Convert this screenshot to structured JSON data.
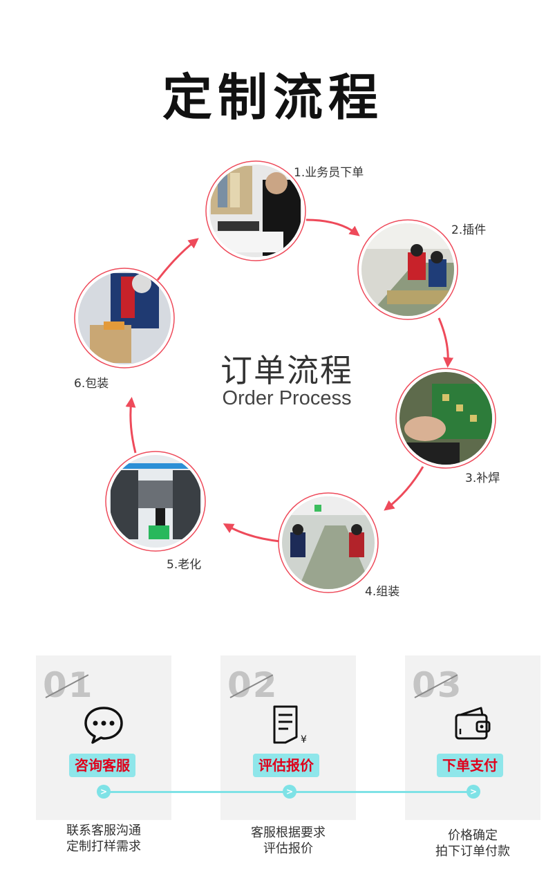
{
  "page": {
    "title": "定制流程",
    "center_title": "订单流程",
    "center_subtitle": "Order Process"
  },
  "colors": {
    "arrow": "#ee4a5a",
    "ring": "#ee4a5a",
    "badge_bg": "#8fe6ea",
    "badge_text": "#e0001b",
    "timeline": "#7ee2e6"
  },
  "steps": [
    {
      "label": "1.业务员下单",
      "photo": "office-photo"
    },
    {
      "label": "2.插件",
      "photo": "assembly-line-photo"
    },
    {
      "label": "3.补焊",
      "photo": "soldering-photo"
    },
    {
      "label": "4.组装",
      "photo": "workshop-photo"
    },
    {
      "label": "5.老化",
      "photo": "aging-rack-photo"
    },
    {
      "label": "6.包装",
      "photo": "packing-photo"
    }
  ],
  "cards": [
    {
      "num": "01",
      "icon": "chat-bubble-icon",
      "badge": "咨询客服",
      "desc_line1": "联系客服沟通",
      "desc_line2": "定制打样需求"
    },
    {
      "num": "02",
      "icon": "quote-document-icon",
      "badge": "评估报价",
      "desc_line1": "客服根据要求",
      "desc_line2": "评估报价"
    },
    {
      "num": "03",
      "icon": "wallet-icon",
      "badge": "下单支付",
      "desc_line1": "价格确定",
      "desc_line2": "拍下订单付款"
    }
  ]
}
